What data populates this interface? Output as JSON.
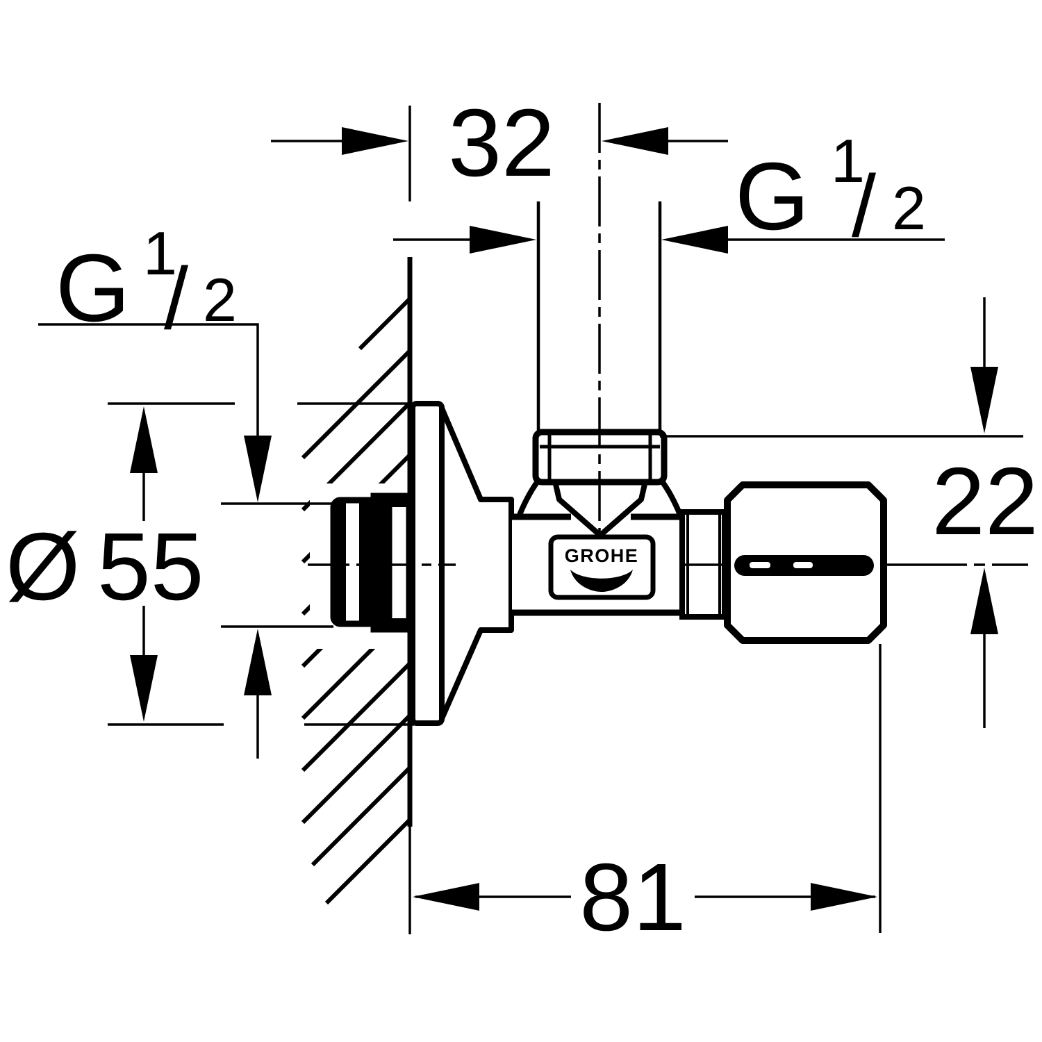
{
  "page": {
    "background": "#ffffff",
    "ink": "#000000"
  },
  "logo": {
    "brand": "GROHE"
  },
  "dimensions": {
    "top_width": "32",
    "outlet_thread": {
      "g": "G",
      "numerator": "1",
      "slash": "/",
      "denominator": "2"
    },
    "inlet_thread": {
      "g": "G",
      "numerator": "1",
      "slash": "/",
      "denominator": "2"
    },
    "flange_diameter": {
      "symbol": "Ø",
      "value": "55"
    },
    "outlet_axis_offset": "22",
    "depth": "81"
  }
}
